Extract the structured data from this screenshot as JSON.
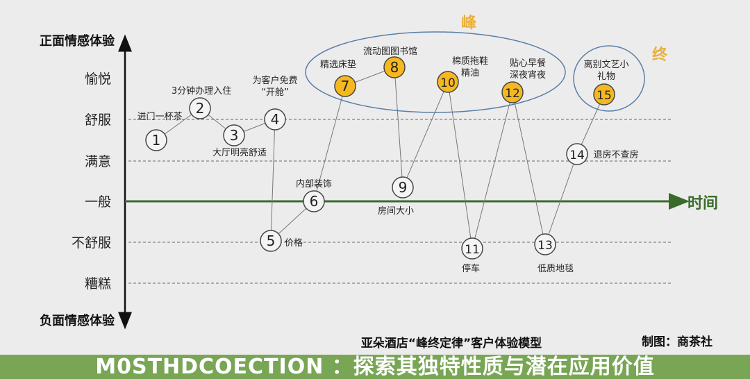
{
  "diagram": {
    "y_axis": {
      "top_label": "正面情感体验",
      "bottom_label": "负面情感体验",
      "levels": [
        "愉悦",
        "舒服",
        "满意",
        "一般",
        "不舒服",
        "糟糕"
      ]
    },
    "x_axis_label": "时间",
    "peak_label": "峰",
    "end_label": "终",
    "nodes": [
      {
        "id": "1",
        "label": "进门一杯茶",
        "level": "舒服",
        "peak": false
      },
      {
        "id": "2",
        "label": "3分钟办理入住",
        "level": "舒服",
        "peak": false
      },
      {
        "id": "3",
        "label": "大厅明亮舒适",
        "level": "舒服",
        "peak": false
      },
      {
        "id": "4",
        "label": "为客户免费\n“开舱”",
        "level": "舒服",
        "peak": false
      },
      {
        "id": "5",
        "label": "价格",
        "level": "不舒服",
        "peak": false
      },
      {
        "id": "6",
        "label": "内部装饰",
        "level": "一般",
        "peak": false
      },
      {
        "id": "7",
        "label": "精选床垫",
        "level": "愉悦",
        "peak": true
      },
      {
        "id": "8",
        "label": "流动图图书馆",
        "level": "愉悦",
        "peak": true
      },
      {
        "id": "9",
        "label": "房间大小",
        "level": "一般",
        "peak": false
      },
      {
        "id": "10",
        "label": "棉质拖鞋\n精油",
        "level": "愉悦",
        "peak": true
      },
      {
        "id": "11",
        "label": "停车",
        "level": "不舒服",
        "peak": false
      },
      {
        "id": "12",
        "label": "贴心早餐\n深夜宵夜",
        "level": "愉悦",
        "peak": true
      },
      {
        "id": "13",
        "label": "低质地毯",
        "level": "不舒服",
        "peak": false
      },
      {
        "id": "14",
        "label": "退房不查房",
        "level": "满意",
        "peak": false
      },
      {
        "id": "15",
        "label": "离别文艺小\n礼物",
        "level": "愉悦",
        "peak": true
      }
    ],
    "title": "亚朵酒店“峰终定律”客户体验模型",
    "credit": "制图：商茶社",
    "colors": {
      "peak_node": "#f5b820",
      "accent_text": "#e8b040",
      "ellipse": "#5a7fa8",
      "banner": "#6ea046"
    }
  },
  "banner": {
    "text": "M0STHDCOECTION ：探索其独特性质与潜在应用价值"
  }
}
